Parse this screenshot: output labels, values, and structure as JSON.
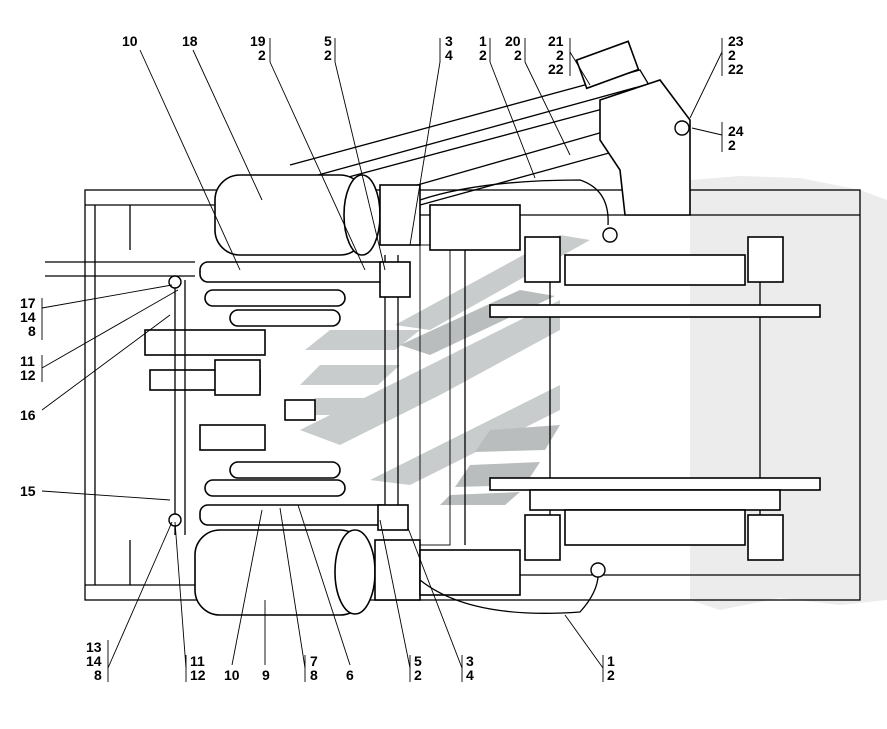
{
  "labels": {
    "l10_top": "10",
    "l18": "18",
    "l19": "19",
    "l19b": "2",
    "l5_top": "5",
    "l5_topb": "2",
    "l3_top": "3",
    "l3_topb": "4",
    "l1_top": "1",
    "l1_topb": "2",
    "l20": "20",
    "l20b": "2",
    "l21": "21",
    "l21b": "2",
    "l21c": "22",
    "l23": "23",
    "l23b": "2",
    "l23c": "22",
    "l24": "24",
    "l24b": "2",
    "l17": "17",
    "l17b": "14",
    "l17c": "8",
    "l11_left": "11",
    "l11_leftb": "12",
    "l16": "16",
    "l15": "15",
    "l13": "13",
    "l13b": "14",
    "l13c": "8",
    "l11_bot": "11",
    "l11_botb": "12",
    "l10_bot": "10",
    "l9": "9",
    "l7": "7",
    "l7b": "8",
    "l6": "6",
    "l5_bot": "5",
    "l5_botb": "2",
    "l3_bot": "3",
    "l3_botb": "4",
    "l1_bot": "1",
    "l1_botb": "2"
  }
}
